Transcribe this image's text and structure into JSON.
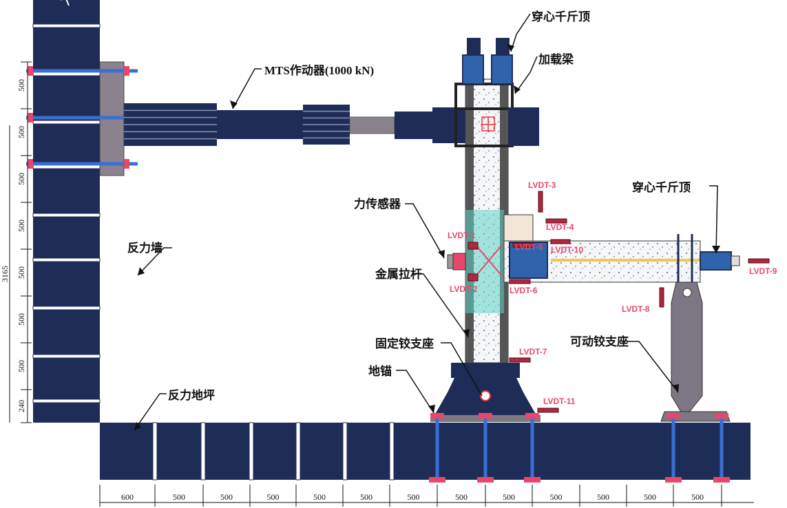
{
  "colors": {
    "navy": "#1e2d57",
    "steel_grey": "#7d7783",
    "concrete": "#f4f6f8",
    "cyan_zone": "#5fd3c4",
    "lvdt_red": "#e8476a",
    "jack_blue": "#2f64ad",
    "yellow_bar": "#f2c94c"
  },
  "labels": {
    "jack_top": "穿心千斤顶",
    "jack_right": "穿心千斤顶",
    "loading_beam": "加载梁",
    "mts": "MTS作动器(1000 kN)",
    "load_cell": "力传感器",
    "reaction_wall": "反力墙",
    "metal_rod": "金属拉杆",
    "fixed_hinge": "固定铰支座",
    "movable_hinge": "可动铰支座",
    "ground_anchor": "地锚",
    "reaction_floor": "反力地坪"
  },
  "lvdts": [
    "LVDT-1",
    "LVDT-2",
    "LVDT-3",
    "LVDT-4",
    "LVDT-5",
    "LVDT-6",
    "LVDT-7",
    "LVDT-8",
    "LVDT-9",
    "LVDT-10",
    "LVDT-11"
  ],
  "dimensions": {
    "vertical_total": "3165",
    "vertical": [
      "500",
      "500",
      "500",
      "500",
      "500",
      "500",
      "500",
      "240"
    ],
    "horizontal": [
      "600",
      "500",
      "500",
      "500",
      "500",
      "500",
      "500",
      "500",
      "500",
      "500",
      "500",
      "500",
      "500"
    ]
  }
}
